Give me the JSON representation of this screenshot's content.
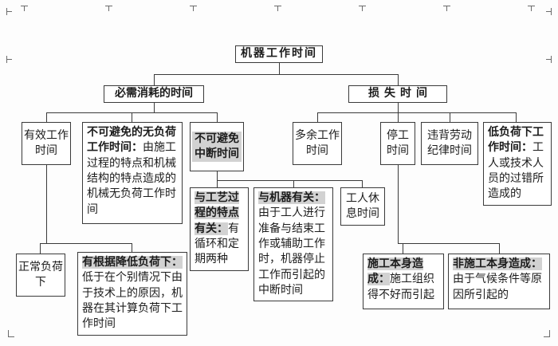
{
  "figure": {
    "type": "flowchart",
    "background_color": "#fdfdfd",
    "line_color": "#3a3a3a",
    "box_border_color": "#3a3a3a",
    "highlight_color": "#d2d2d2"
  },
  "nodes": {
    "root": {
      "label": "机器工作时间"
    },
    "necessary": {
      "label": "必需消耗的时间"
    },
    "lost": {
      "label": "损失时间"
    },
    "effective": {
      "label": "有效工作时间"
    },
    "noload": {
      "head": "不可避免的无负荷工作时间：",
      "body": "由施工过程的特点和机械结构的特点造成的机械无负荷工作时间"
    },
    "interrupt": {
      "label": "不可避免中断时间"
    },
    "redundant": {
      "label": "多余工作时间"
    },
    "shutdown": {
      "label": "停工时间"
    },
    "discipline": {
      "label": "违背劳动纪律时间"
    },
    "lowload": {
      "head": "低负荷下工作时间：",
      "body": "工人或技术人员的过错所造成的"
    },
    "process": {
      "head": "与工艺过程的特点有关：",
      "body": "有循环和定期两种"
    },
    "machine": {
      "head": "与机器有关：",
      "body": "由于工人进行准备与结束工作或辅助工作时，机器停止工作而引起的中断时间"
    },
    "rest": {
      "label": "工人休息时间"
    },
    "normal": {
      "label": "正常负荷下"
    },
    "reduced": {
      "head": "有根据降低负荷下：",
      "body": "低于在个别情况下由于技术上的原因，机器在其计算负荷下工作时间"
    },
    "construction": {
      "head": "施工本身造成：",
      "body": "施工组织得不好而引起"
    },
    "nonconstruction": {
      "head": "非施工本身造成：",
      "body": "由于气候条件等原因所引起的"
    }
  },
  "edges": [
    "机器工作时间->必需消耗的时间",
    "机器工作时间->损失时间",
    "必需消耗的时间->有效工作时间",
    "必需消耗的时间->不可避免的无负荷工作时间",
    "必需消耗的时间->不可避免中断时间",
    "损失时间->多余工作时间",
    "损失时间->停工时间",
    "损失时间->违背劳动纪律时间",
    "损失时间->低负荷下工作时间",
    "不可避免中断时间->与工艺过程的特点有关",
    "不可避免中断时间->与机器有关",
    "不可避免中断时间->工人休息时间",
    "有效工作时间->正常负荷下",
    "有效工作时间->有根据降低负荷下",
    "停工时间->施工本身造成",
    "停工时间->非施工本身造成"
  ]
}
